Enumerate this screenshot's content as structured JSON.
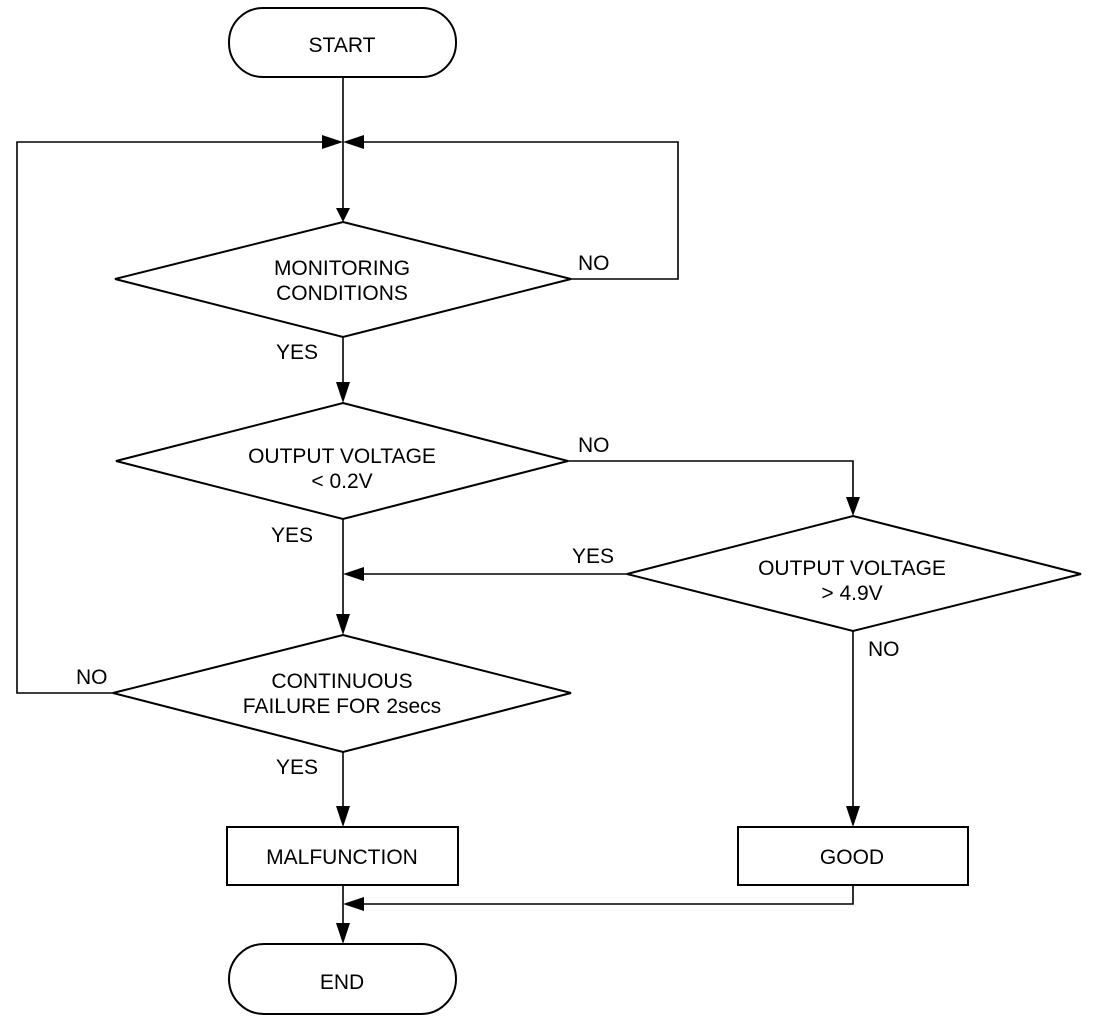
{
  "flowchart": {
    "start": "START",
    "end": "END",
    "decision_monitoring": [
      "MONITORING",
      "CONDITIONS"
    ],
    "decision_low_voltage": [
      "OUTPUT VOLTAGE",
      "< 0.2V"
    ],
    "decision_high_voltage": [
      "OUTPUT VOLTAGE",
      "> 4.9V"
    ],
    "decision_continuous": [
      "CONTINUOUS",
      "FAILURE FOR 2secs"
    ],
    "process_malfunction": "MALFUNCTION",
    "process_good": "GOOD",
    "branch_labels": {
      "monitoring_yes": "YES",
      "monitoring_no": "NO",
      "low_voltage_yes": "YES",
      "low_voltage_no": "NO",
      "high_voltage_yes": "YES",
      "high_voltage_no": "NO",
      "continuous_yes": "YES",
      "continuous_no": "NO"
    }
  }
}
